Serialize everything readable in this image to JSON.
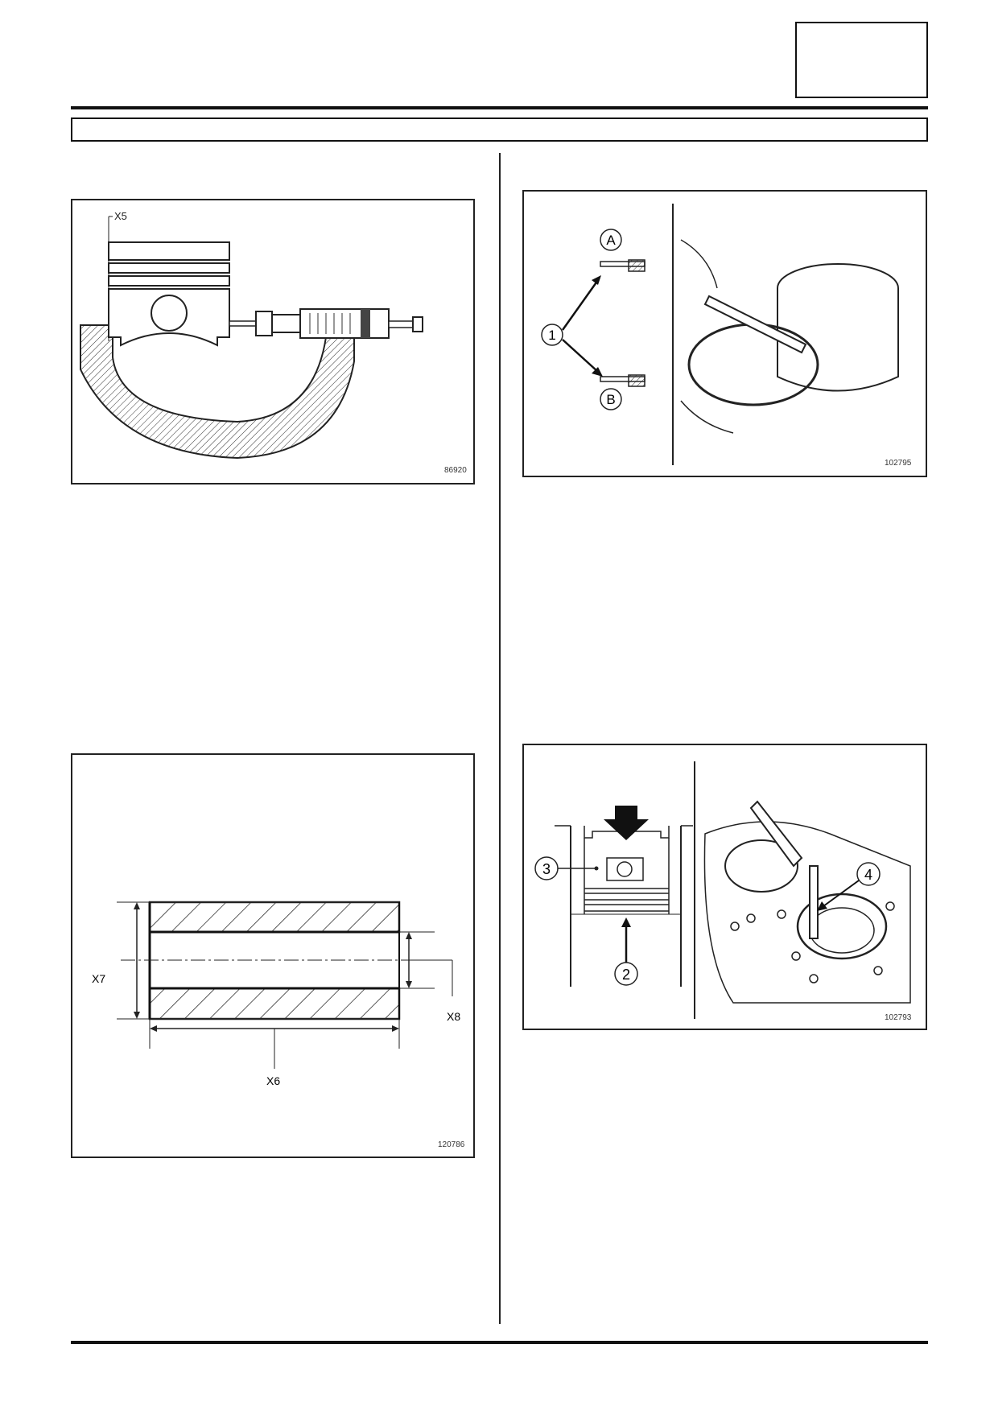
{
  "header": {
    "page_box": "",
    "title_bar": ""
  },
  "figures": {
    "fig1": {
      "label_x5": "X5",
      "code": "86920"
    },
    "fig2": {
      "label_a": "A",
      "label_b": "B",
      "label_1": "1",
      "code": "102795"
    },
    "fig3": {
      "label_x6": "X6",
      "label_x7": "X7",
      "label_x8": "X8",
      "code": "120786"
    },
    "fig4": {
      "label_2": "2",
      "label_3": "3",
      "label_4": "4",
      "code": "102793"
    }
  }
}
